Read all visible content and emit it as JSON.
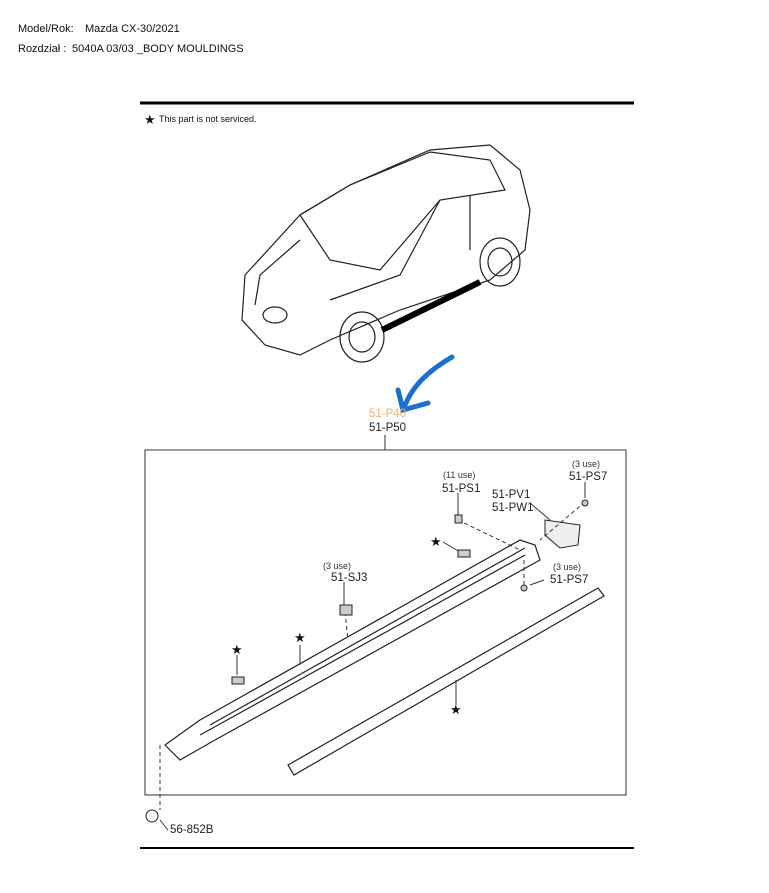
{
  "header": {
    "model_label": "Model/Rok:",
    "model_value": "Mazda CX-30/2021",
    "section_label": "Rozdział :",
    "section_value": "5040A 03/03 _BODY MOULDINGS"
  },
  "diagram": {
    "legend_star": "★",
    "legend_text": "This part is not serviced.",
    "assembly_labels": [
      "51-P40",
      "51-P50"
    ],
    "highlight_color": "#f0b070",
    "arrow_color": "#1a6fd0",
    "callouts": [
      {
        "use": "(11 use)",
        "part": "51-PS1"
      },
      {
        "use": "(3 use)",
        "part": "51-PS7"
      },
      {
        "use": "",
        "part": "51-PV1"
      },
      {
        "use": "",
        "part": "51-PW1"
      },
      {
        "use": "(3 use)",
        "part": "51-PS7"
      },
      {
        "use": "(3 use)",
        "part": "51-SJ3"
      },
      {
        "use": "",
        "part": "56-852B"
      }
    ]
  }
}
